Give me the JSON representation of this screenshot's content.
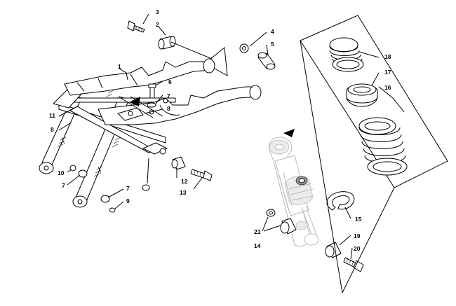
{
  "callouts": {
    "c1": "1",
    "c2": "2",
    "c3": "3",
    "c4": "4",
    "c5": "5",
    "c6": "6",
    "c7a": "7",
    "c7b": "7",
    "c7c": "7",
    "c8a": "8",
    "c8b": "8",
    "c9": "9",
    "c10": "10",
    "c11": "11",
    "c12": "12",
    "c13": "13",
    "c14": "14",
    "c15": "15",
    "c16": "16",
    "c17": "17",
    "c18": "18",
    "c19": "19",
    "c20": "20",
    "c21": "21"
  },
  "icons": {
    "front_arrow_left": "triangle-arrow-icon",
    "front_arrow_right": "triangle-arrow-icon"
  },
  "colors": {
    "line": "#000000",
    "ghost": "#b8b8b8",
    "background": "#ffffff"
  }
}
